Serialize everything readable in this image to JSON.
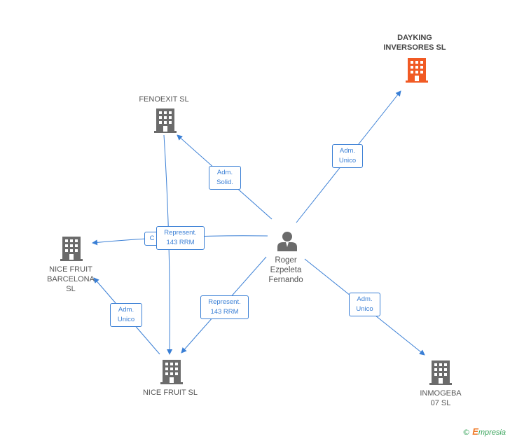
{
  "colors": {
    "edge": "#3a7fd5",
    "building": "#6b6b6b",
    "highlight_building": "#f15a24",
    "person": "#6b6b6b"
  },
  "nodes": {
    "dayking": {
      "label": "DAYKING\nINVERSORES SL",
      "icon": "building-icon-highlight"
    },
    "fenoexit": {
      "label": "FENOEXIT SL",
      "icon": "building-icon"
    },
    "nice_fruit_barcelona": {
      "label": "NICE FRUIT\nBARCELONA\nSL",
      "icon": "building-icon"
    },
    "nice_fruit": {
      "label": "NICE FRUIT SL",
      "icon": "building-icon"
    },
    "inmogeba": {
      "label": "INMOGEBA\n07 SL",
      "icon": "building-icon"
    },
    "person": {
      "label": "Roger\nEzpeleta\nFernando",
      "icon": "person-icon"
    }
  },
  "relations": {
    "dayking": "Adm.\nUnico",
    "fenoexit": "Adm.\nSolid.",
    "nfb_represent": "Represent.\n143 RRM",
    "nfb_hidden": "C",
    "nfb_unico": "Adm.\nUnico",
    "nice_fruit": "Represent.\n143 RRM",
    "inmogeba": "Adm.\nUnico"
  },
  "brand": {
    "copyright": "©",
    "initial": "E",
    "rest": "mpresia"
  }
}
